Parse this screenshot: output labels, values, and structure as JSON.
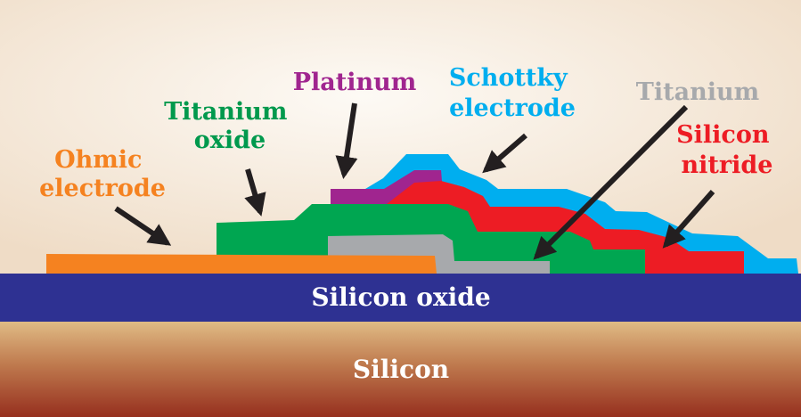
{
  "colors": {
    "ohmic": "#f58220",
    "titanium_oxide": "#00a651",
    "platinum": "#a0258f",
    "schottky": "#00aeef",
    "titanium": "#a7a9ac",
    "silicon_nitride": "#ed1c24",
    "silicon_oxide": "#2e3192"
  },
  "labels": {
    "ohmic": [
      "Ohmic",
      "electrode"
    ],
    "titanium_oxide": [
      "Titanium",
      "oxide"
    ],
    "platinum": "Platinum",
    "schottky": [
      "Schottky",
      "electrode"
    ],
    "titanium": "Titanium",
    "silicon_nitride": [
      "Silicon",
      "nitride"
    ],
    "silicon_oxide": "Silicon oxide",
    "silicon": "Silicon"
  }
}
